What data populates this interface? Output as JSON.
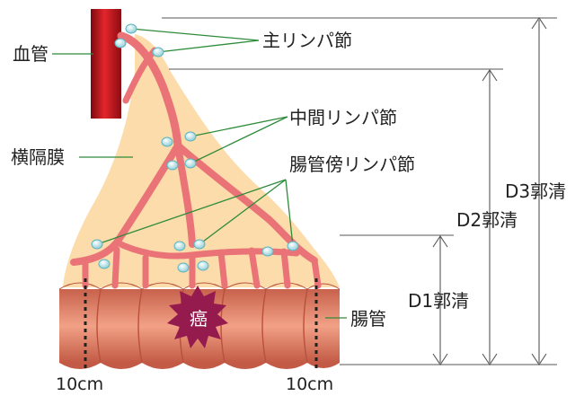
{
  "labels": {
    "blood_vessel": "血管",
    "main_lymph_node": "主リンパ節",
    "intermediate_lymph_node": "中間リンパ節",
    "mesentery": "横隔膜",
    "paracolic_lymph_node": "腸管傍リンパ節",
    "intestine": "腸管",
    "cancer": "癌",
    "d1": "D1郭清",
    "d2": "D2郭清",
    "d3": "D3郭清",
    "margin_left": "10cm",
    "margin_right": "10cm"
  },
  "colors": {
    "mesentery_fill": "#fcdcaa",
    "vessel_pink": "#ea7378",
    "blood_vessel_dark": "#8c0d13",
    "blood_vessel_light": "#e02a2e",
    "intestine_band": "#e48470",
    "intestine_fold": "#b9503c",
    "tumor": "#951b4f",
    "lymph_node": "#a8e0e6",
    "leader_line": "#2e8b3a",
    "dimension_line": "#555555"
  }
}
